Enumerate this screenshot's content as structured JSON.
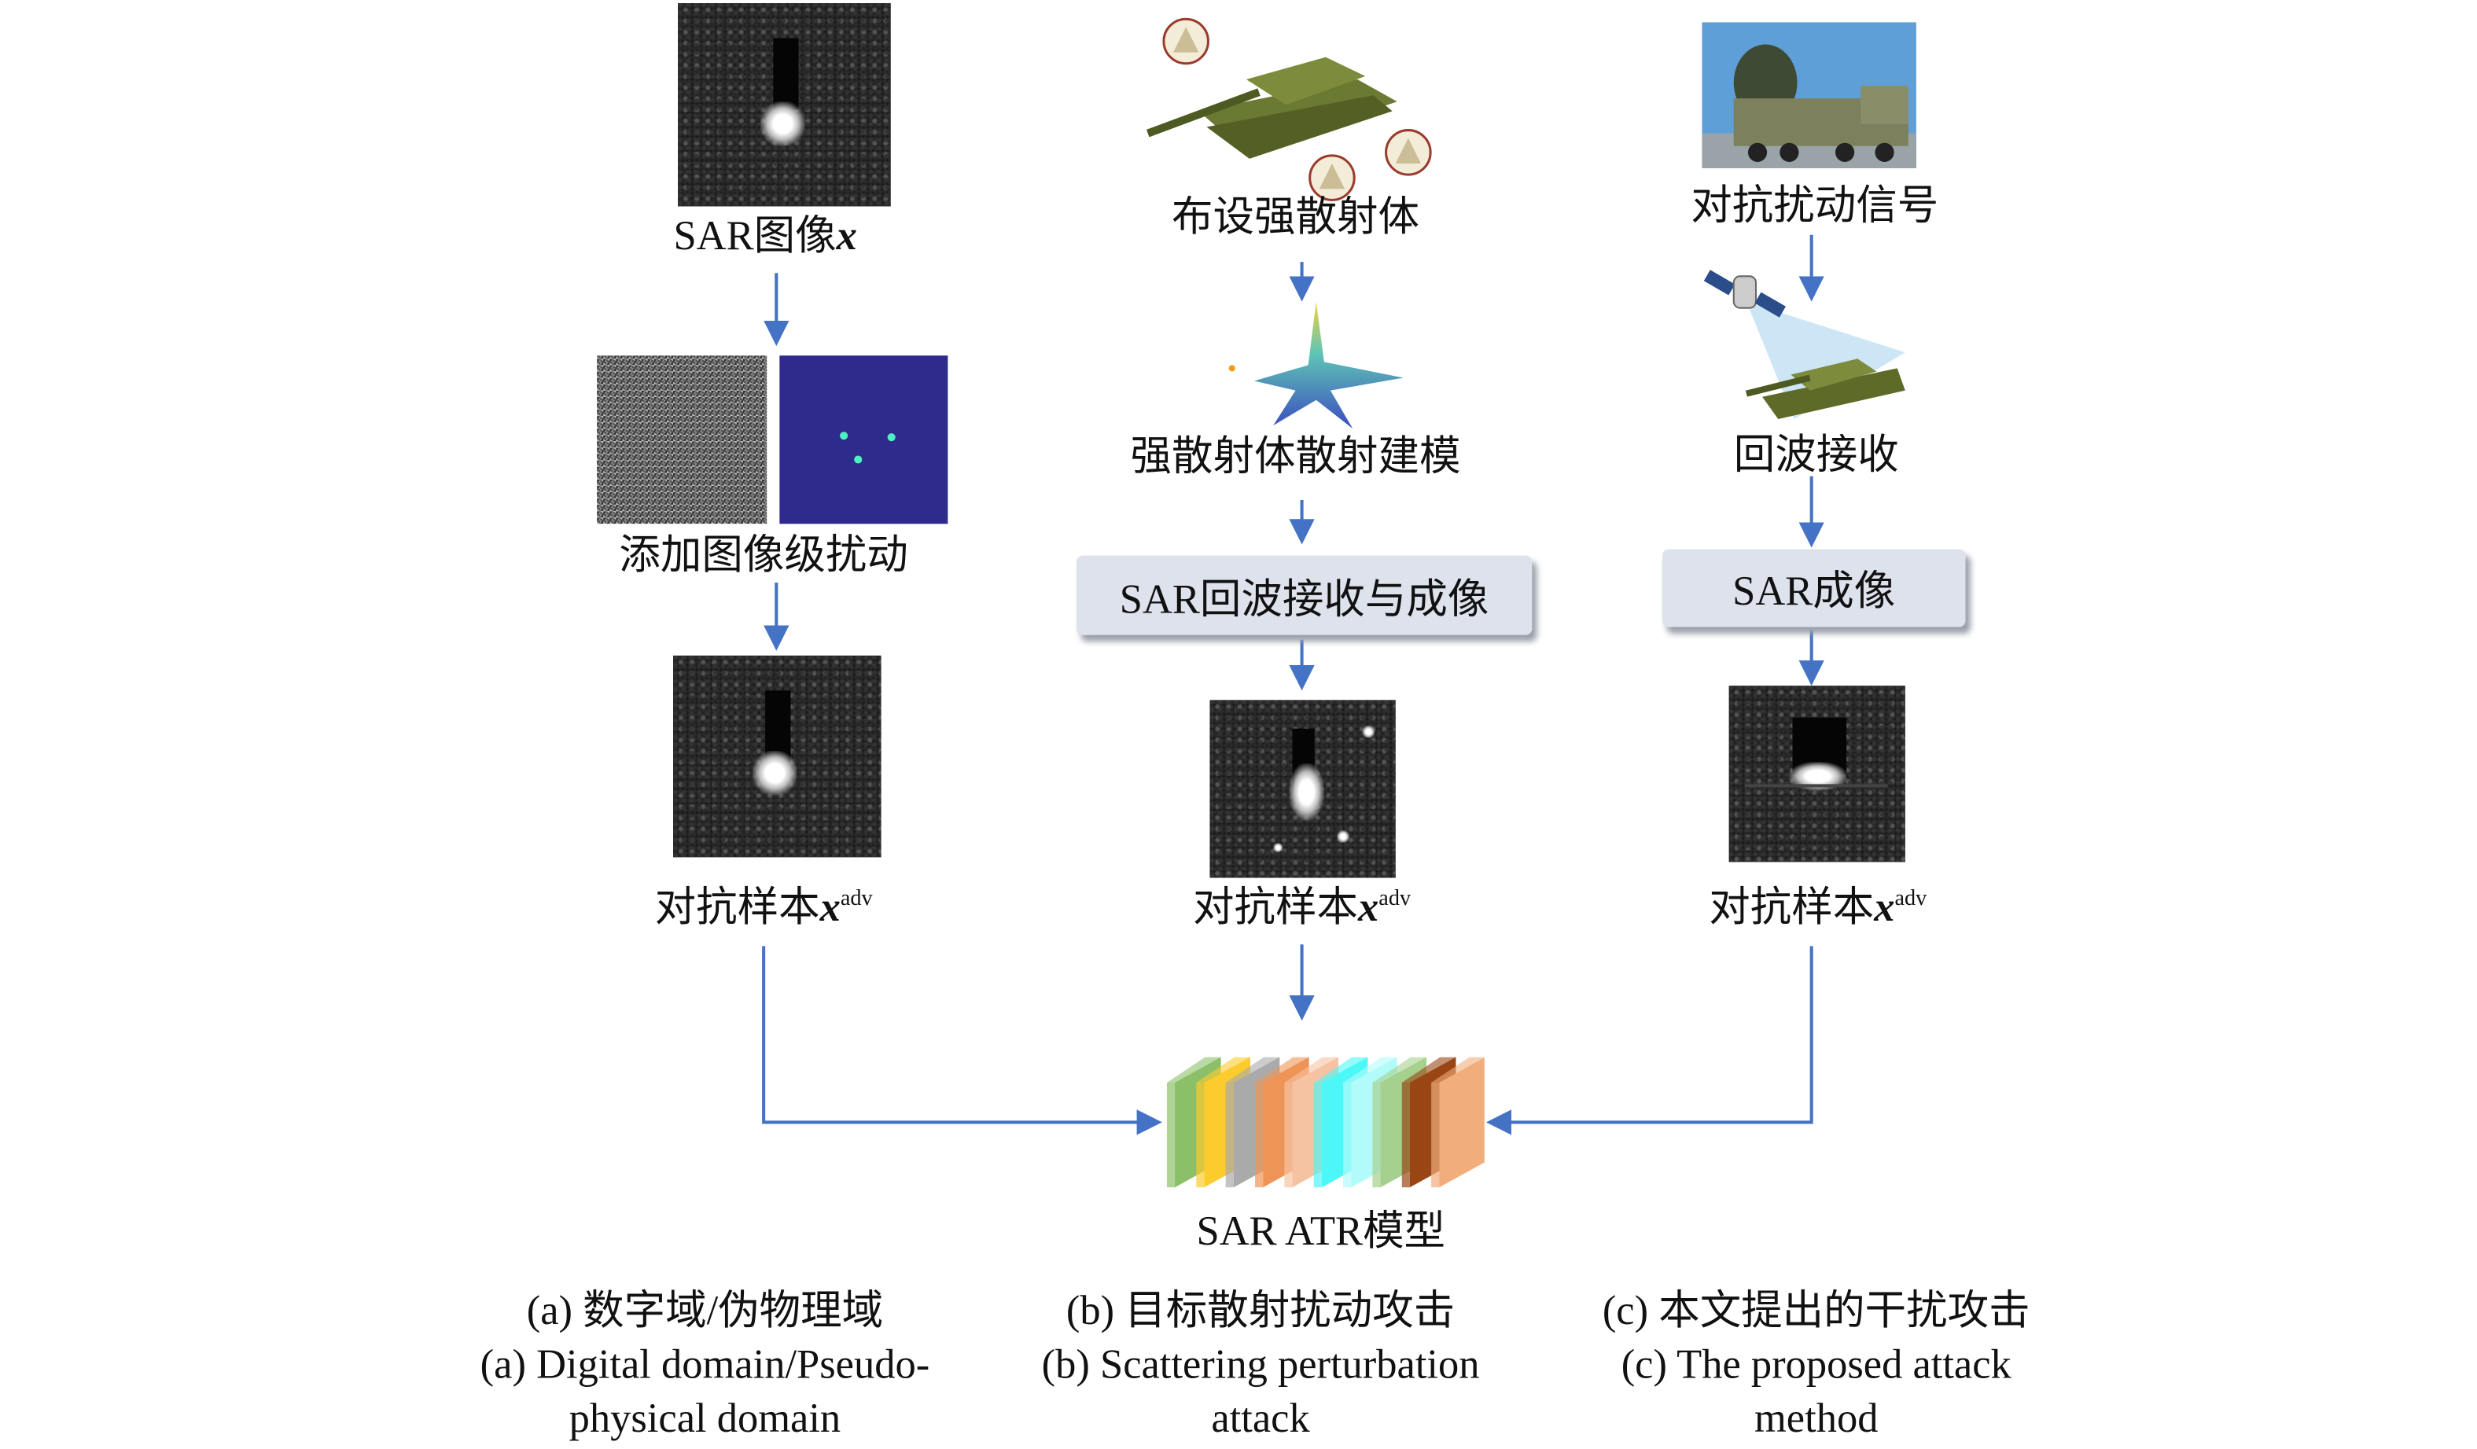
{
  "col_a": {
    "input_label": "SAR图像",
    "input_var": "x",
    "perturb_label": "添加图像级扰动",
    "adv_label": "对抗样本",
    "adv_var": "x",
    "adv_sup": "adv"
  },
  "col_b": {
    "step1": "布设强散射体",
    "step2": "强散射体散射建模",
    "box": "SAR回波接收与成像",
    "adv_label": "对抗样本",
    "adv_var": "x",
    "adv_sup": "adv"
  },
  "col_c": {
    "step1": "对抗扰动信号",
    "step2": "回波接收",
    "box": "SAR成像",
    "adv_label": "对抗样本",
    "adv_var": "x",
    "adv_sup": "adv"
  },
  "model": {
    "label": "SAR ATR模型",
    "layer_colors": [
      "#8cc068",
      "#fccb2e",
      "#aaaaaa",
      "#ef9457",
      "#f6c3a2",
      "#4cf7f7",
      "#b2fbfb",
      "#a6d08e",
      "#9a4614",
      "#f1ad7c"
    ]
  },
  "captions": [
    {
      "zh": "(a) 数字域/伪物理域",
      "en1": "(a) Digital domain/Pseudo-",
      "en2": "physical domain"
    },
    {
      "zh": "(b) 目标散射扰动攻击",
      "en1": "(b) Scattering perturbation",
      "en2": "attack"
    },
    {
      "zh": "(c) 本文提出的干扰攻击",
      "en1": "(c) The proposed attack",
      "en2": "method"
    }
  ],
  "colors": {
    "arrow": "#4472c4",
    "box": "#dde2ec"
  }
}
